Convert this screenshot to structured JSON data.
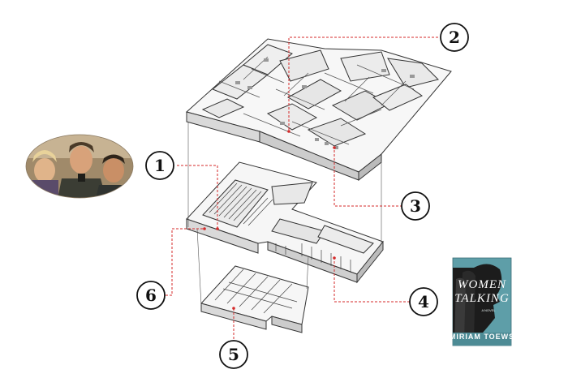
{
  "markers": [
    {
      "label": "1"
    },
    {
      "label": "2"
    },
    {
      "label": "3"
    },
    {
      "label": "4"
    },
    {
      "label": "5"
    },
    {
      "label": "6"
    }
  ],
  "book": {
    "title_line1": "WOMEN",
    "title_line2": "TALKING",
    "subtitle": "A NOVEL",
    "author": "MIRIAM TOEWS",
    "cover_color": "#5e9ea8"
  },
  "film_still": {
    "icon": "film-still-thumbnail"
  },
  "colors": {
    "leader": "#d42a2a",
    "walls": "#333333",
    "floor": "#f3f3f3"
  }
}
